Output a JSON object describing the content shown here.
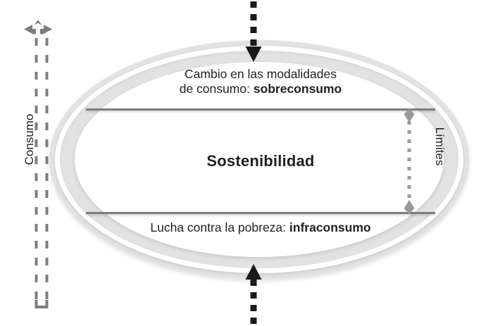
{
  "diagram": {
    "title_center": "Sostenibilidad",
    "top_label_line1": "Cambio en las modalidades",
    "top_label_line2_prefix": "de consumo: ",
    "top_label_line2_bold": "sobreconsumo",
    "bottom_label_prefix": "Lucha contra la pobreza: ",
    "bottom_label_bold": "infraconsumo",
    "left_axis_label": "Consumo",
    "right_axis_label": "Límites"
  },
  "icons": {
    "arrow_down_into_ellipse": "dashed-arrow-down-icon",
    "arrow_up_into_ellipse": "dashed-arrow-up-icon",
    "consumo_range_axis": "dashed-double-rail-up-arrow-icon",
    "limites_range_arrow": "dotted-double-headed-vertical-arrow-icon"
  },
  "colors": {
    "ellipse_band": "#e2e2e2",
    "ellipse_fill": "#ffffff",
    "limit_line": "#7d7d7d",
    "dashed_entry_arrow": "#1a1a1a",
    "axis_gray": "#808080",
    "text": "#231f20",
    "background": "#ffffff"
  }
}
